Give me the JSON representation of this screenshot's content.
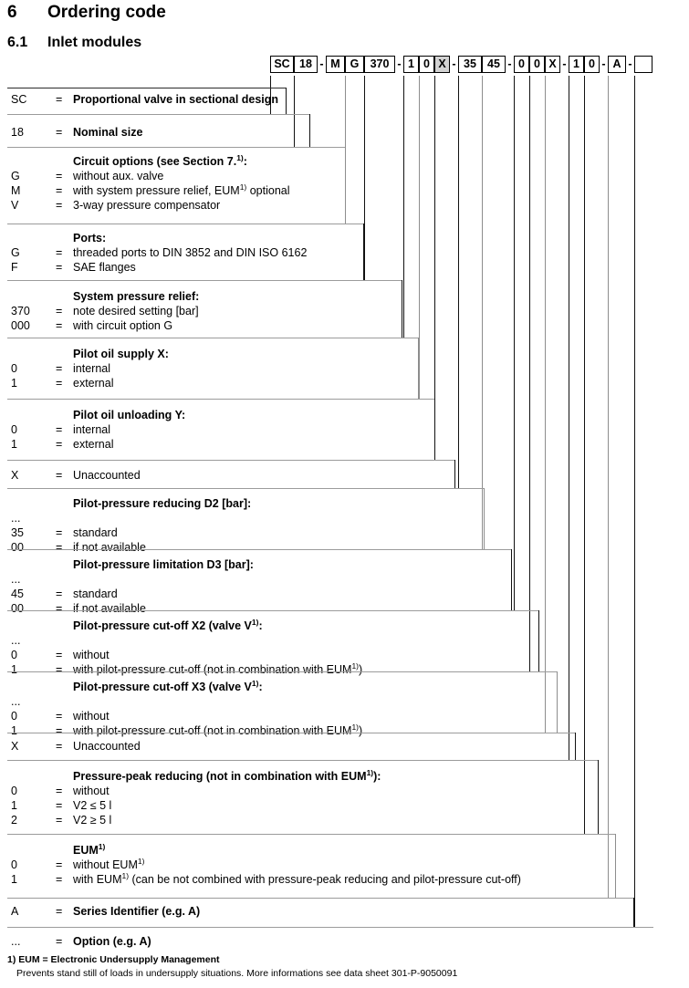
{
  "headings": {
    "section_number": "6",
    "section_title": "Ordering code",
    "subsection_number": "6.1",
    "subsection_title": "Inlet modules"
  },
  "order_code": {
    "segments": [
      {
        "type": "box",
        "value": "SC",
        "shaded": false
      },
      {
        "type": "box",
        "value": "18",
        "shaded": false
      },
      {
        "type": "dash",
        "value": "-"
      },
      {
        "type": "box",
        "value": "M",
        "shaded": false
      },
      {
        "type": "box",
        "value": "G",
        "shaded": false
      },
      {
        "type": "box",
        "value": "370",
        "shaded": false
      },
      {
        "type": "dash",
        "value": "-"
      },
      {
        "type": "box",
        "value": "1",
        "shaded": false
      },
      {
        "type": "box",
        "value": "0",
        "shaded": false
      },
      {
        "type": "box",
        "value": "X",
        "shaded": true
      },
      {
        "type": "dash",
        "value": "-"
      },
      {
        "type": "box",
        "value": "35",
        "shaded": false
      },
      {
        "type": "box",
        "value": "45",
        "shaded": false
      },
      {
        "type": "dash",
        "value": "-"
      },
      {
        "type": "box",
        "value": "0",
        "shaded": false
      },
      {
        "type": "box",
        "value": "0",
        "shaded": false
      },
      {
        "type": "box",
        "value": "X",
        "shaded": false
      },
      {
        "type": "dash",
        "value": "-"
      },
      {
        "type": "box",
        "value": "1",
        "shaded": false
      },
      {
        "type": "box",
        "value": "0",
        "shaded": false
      },
      {
        "type": "dash",
        "value": "-"
      },
      {
        "type": "box",
        "value": "A",
        "shaded": false
      },
      {
        "type": "dash",
        "value": "-"
      },
      {
        "type": "box",
        "value": "",
        "shaded": false
      }
    ],
    "full_code": "SC 18 - M G 370 - 1 0 X - 35 45 - 0 0 X - 1 0 - A -"
  },
  "blocks": [
    {
      "id": "sc",
      "title": "",
      "options": [
        {
          "code": "SC",
          "eq": "=",
          "desc": "Proportional valve in sectional design",
          "bold": true
        }
      ]
    },
    {
      "id": "nominal-size",
      "title": "",
      "options": [
        {
          "code": "18",
          "eq": "=",
          "desc": "Nominal size",
          "bold": true
        }
      ]
    },
    {
      "id": "circuit-options",
      "title": "Circuit options (see Section 7.1):",
      "options": [
        {
          "code": "G",
          "eq": "=",
          "desc": "without aux. valve",
          "bold": false
        },
        {
          "code": "M",
          "eq": "=",
          "desc": "with system pressure relief, EUM1) optional",
          "bold": false
        },
        {
          "code": "V",
          "eq": "=",
          "desc": "3-way pressure compensator",
          "bold": false
        }
      ]
    },
    {
      "id": "ports",
      "title": "Ports:",
      "options": [
        {
          "code": "G",
          "eq": "=",
          "desc": "threaded ports to DIN 3852 and DIN ISO 6162",
          "bold": false
        },
        {
          "code": "F",
          "eq": "=",
          "desc": "SAE flanges",
          "bold": false
        }
      ]
    },
    {
      "id": "system-pressure-relief",
      "title": "System pressure relief:",
      "options": [
        {
          "code": "370",
          "eq": "=",
          "desc": "note desired setting [bar]",
          "bold": false
        },
        {
          "code": "000",
          "eq": "=",
          "desc": "with circuit option G",
          "bold": false
        }
      ]
    },
    {
      "id": "pilot-oil-supply-x",
      "title": "Pilot oil supply X:",
      "options": [
        {
          "code": "0",
          "eq": "=",
          "desc": "internal",
          "bold": false
        },
        {
          "code": "1",
          "eq": "=",
          "desc": "external",
          "bold": false
        }
      ]
    },
    {
      "id": "pilot-oil-unloading-y",
      "title": "Pilot oil unloading Y:",
      "options": [
        {
          "code": "0",
          "eq": "=",
          "desc": "internal",
          "bold": false
        },
        {
          "code": "1",
          "eq": "=",
          "desc": "external",
          "bold": false
        }
      ]
    },
    {
      "id": "unaccounted-1",
      "title": "",
      "options": [
        {
          "code": "X",
          "eq": "=",
          "desc": "Unaccounted",
          "bold": false
        }
      ]
    },
    {
      "id": "pilot-pressure-reducing-d2",
      "title": "Pilot-pressure reducing D2 [bar]:",
      "options": [
        {
          "code": "...",
          "eq": "",
          "desc": "",
          "bold": false
        },
        {
          "code": "35",
          "eq": "=",
          "desc": "standard",
          "bold": false
        },
        {
          "code": "00",
          "eq": "=",
          "desc": "if not available",
          "bold": false
        }
      ]
    },
    {
      "id": "pilot-pressure-limitation-d3",
      "title": "Pilot-pressure limitation D3 [bar]:",
      "options": [
        {
          "code": "...",
          "eq": "",
          "desc": "",
          "bold": false
        },
        {
          "code": "45",
          "eq": "=",
          "desc": "standard",
          "bold": false
        },
        {
          "code": "00",
          "eq": "=",
          "desc": "if not available",
          "bold": false
        }
      ]
    },
    {
      "id": "pilot-pressure-cut-off-x2",
      "title": "Pilot-pressure cut-off X2 (valve V1):",
      "options": [
        {
          "code": "...",
          "eq": "",
          "desc": "",
          "bold": false
        },
        {
          "code": "0",
          "eq": "=",
          "desc": "without",
          "bold": false
        },
        {
          "code": "1",
          "eq": "=",
          "desc": "with pilot-pressure cut-off (not in combination with EUM1))",
          "bold": false
        }
      ]
    },
    {
      "id": "pilot-pressure-cut-off-x3",
      "title": "Pilot-pressure cut-off X3 (valve V1):",
      "options": [
        {
          "code": "...",
          "eq": "",
          "desc": "",
          "bold": false
        },
        {
          "code": "0",
          "eq": "=",
          "desc": "without",
          "bold": false
        },
        {
          "code": "1",
          "eq": "=",
          "desc": "with pilot-pressure cut-off (not in combination with EUM1))",
          "bold": false
        }
      ]
    },
    {
      "id": "unaccounted-2",
      "title": "",
      "options": [
        {
          "code": "X",
          "eq": "=",
          "desc": "Unaccounted",
          "bold": false
        }
      ]
    },
    {
      "id": "pressure-peak-reducing",
      "title": "Pressure-peak reducing (not in combination with EUM1)):",
      "options": [
        {
          "code": "0",
          "eq": "=",
          "desc": "without",
          "bold": false
        },
        {
          "code": "1",
          "eq": "=",
          "desc": "V2 ≤ 5 l",
          "bold": false
        },
        {
          "code": "2",
          "eq": "=",
          "desc": "V2 ≥ 5 l",
          "bold": false
        }
      ]
    },
    {
      "id": "eum",
      "title": "EUM1)",
      "options": [
        {
          "code": "0",
          "eq": "=",
          "desc": "without EUM1)",
          "bold": false
        },
        {
          "code": "1",
          "eq": "=",
          "desc": "with EUM1) (can be not combined with pressure-peak reducing and pilot-pressure cut-off)",
          "bold": false
        }
      ]
    },
    {
      "id": "series-identifier",
      "title": "",
      "options": [
        {
          "code": "A",
          "eq": "=",
          "desc": "Series Identifier (e.g. A)",
          "bold": true
        }
      ]
    },
    {
      "id": "option",
      "title": "",
      "options": [
        {
          "code": "...",
          "eq": "=",
          "desc": "Option (e.g. A)",
          "bold": true
        }
      ]
    }
  ],
  "footnote": {
    "marker": "1)",
    "line1": "1) EUM = Electronic Undersupply Management",
    "line2": "Prevents stand still of loads in undersupply situations. More informations see data sheet 301-P-9050091"
  }
}
